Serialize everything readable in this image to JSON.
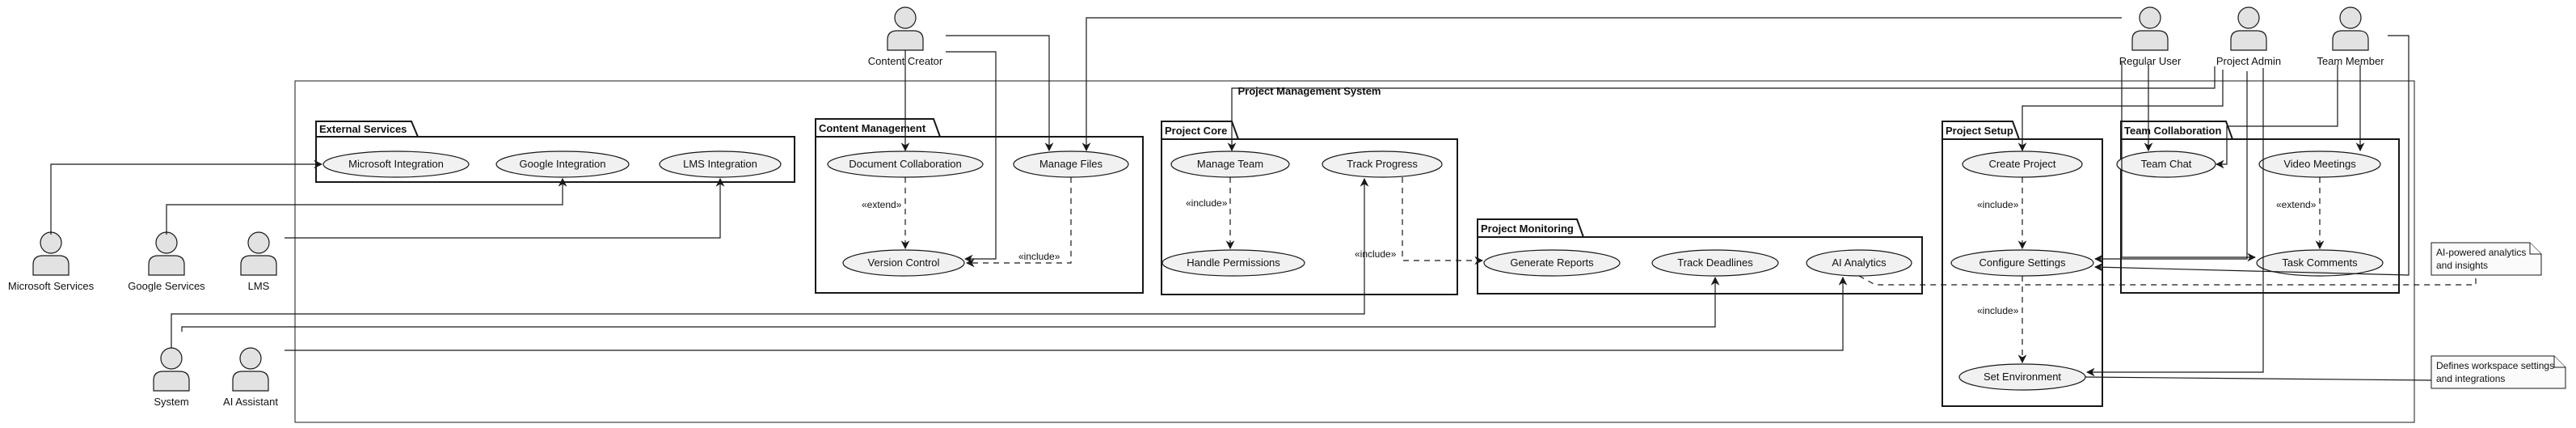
{
  "system": {
    "title": "Project Management System"
  },
  "packages": {
    "external": "External Services",
    "content": "Content Management",
    "core": "Project Core",
    "monitoring": "Project Monitoring",
    "setup": "Project Setup",
    "collab": "Team Collaboration"
  },
  "actors": {
    "content_creator": "Content Creator",
    "regular_user": "Regular User",
    "project_admin": "Project Admin",
    "team_member": "Team Member",
    "microsoft_services": "Microsoft Services",
    "google_services": "Google Services",
    "lms": "LMS",
    "system": "System",
    "ai_assistant": "AI Assistant"
  },
  "usecases": {
    "microsoft_integration": "Microsoft Integration",
    "google_integration": "Google Integration",
    "lms_integration": "LMS Integration",
    "document_collaboration": "Document Collaboration",
    "manage_files": "Manage Files",
    "version_control": "Version Control",
    "manage_team": "Manage Team",
    "track_progress": "Track Progress",
    "handle_permissions": "Handle Permissions",
    "generate_reports": "Generate Reports",
    "track_deadlines": "Track Deadlines",
    "ai_analytics": "AI Analytics",
    "create_project": "Create Project",
    "configure_settings": "Configure Settings",
    "set_environment": "Set Environment",
    "team_chat": "Team Chat",
    "video_meetings": "Video Meetings",
    "task_comments": "Task Comments"
  },
  "relations": {
    "extend": "«extend»",
    "include": "«include»"
  },
  "notes": {
    "ai_line1": "AI-powered analytics",
    "ai_line2": "and insights",
    "ws_line1": "Defines workspace settings",
    "ws_line2": "and integrations"
  }
}
